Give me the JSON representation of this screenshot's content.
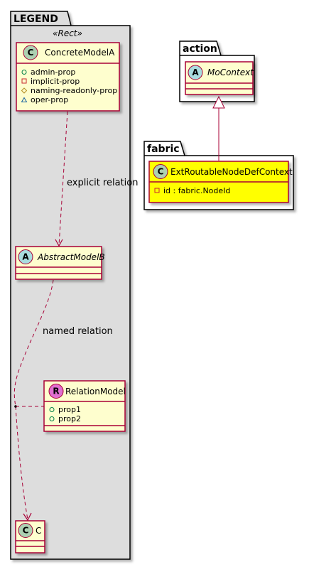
{
  "packages": {
    "legend": {
      "name": "LEGEND",
      "stereotype": "«Rect»"
    },
    "action": {
      "name": "action"
    },
    "fabric": {
      "name": "fabric"
    }
  },
  "classes": {
    "concrete_model_a": {
      "glyph": "C",
      "name": "ConcreteModelA",
      "attributes": [
        {
          "visibility": "+",
          "name": "admin-prop"
        },
        {
          "visibility": "-",
          "name": "implicit-prop"
        },
        {
          "visibility": "#",
          "name": "naming-readonly-prop"
        },
        {
          "visibility": "~",
          "name": "oper-prop"
        }
      ]
    },
    "abstract_model_b": {
      "glyph": "A",
      "name": "AbstractModelB"
    },
    "relation_model": {
      "glyph": "R",
      "name": "RelationModel",
      "attributes": [
        {
          "visibility": "+",
          "name": "prop1"
        },
        {
          "visibility": "+",
          "name": "prop2"
        }
      ]
    },
    "c": {
      "glyph": "C",
      "name": "C"
    },
    "mo_context": {
      "glyph": "A",
      "name": "MoContext"
    },
    "ext_routable": {
      "glyph": "C",
      "name": "ExtRoutableNodeDefContext",
      "attributes": [
        {
          "visibility": "-",
          "name": "id : fabric.NodeId"
        }
      ]
    }
  },
  "relations": {
    "explicit": {
      "label": "explicit relation"
    },
    "named": {
      "label": "named relation"
    }
  },
  "colors": {
    "class_fill": "#FEFECE",
    "class_border": "#A80036",
    "highlight_fill": "#FFFF00",
    "legend_fill": "#DDDDDD",
    "glyph_c": "#ADD1B2",
    "glyph_a": "#A9DCDF",
    "glyph_r": "#E06FD0"
  }
}
